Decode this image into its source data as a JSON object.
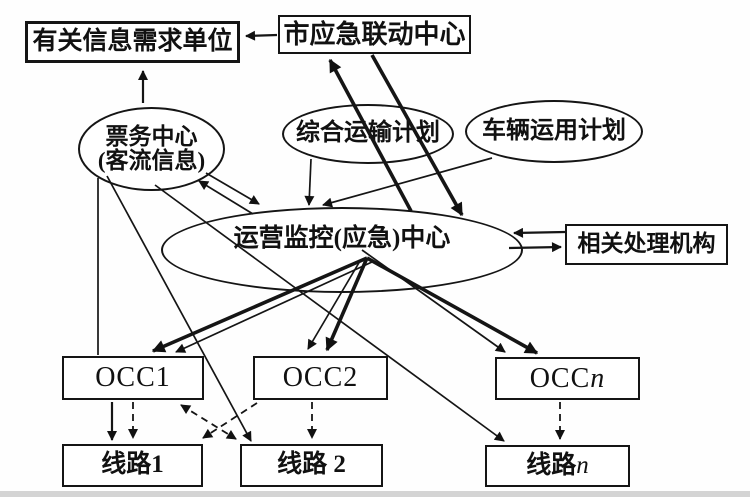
{
  "page": {
    "ink": "#111111",
    "box_background": "#ffffff",
    "page_background": "#fefefe"
  },
  "nodes": {
    "info_units": {
      "label": "有关信息需求单位",
      "shape": "rect"
    },
    "city_center": {
      "label": "市应急联动中心",
      "shape": "rect"
    },
    "ticket_center": {
      "line1": "票务中心",
      "line2": "(客流信息)",
      "shape": "ellipse"
    },
    "transport_plan": {
      "label": "综合运输计划",
      "shape": "ellipse"
    },
    "vehicle_plan": {
      "label": "车辆运用计划",
      "shape": "ellipse"
    },
    "ops_center": {
      "label": "运营监控(应急)中心",
      "shape": "ellipse"
    },
    "related_org": {
      "label": "相关处理机构",
      "shape": "rect"
    },
    "occ1": {
      "text": "OCC1"
    },
    "occ2": {
      "text": "OCC2"
    },
    "occn": {
      "text": "OCC",
      "var": "n"
    },
    "line1": {
      "text": "线路1"
    },
    "line2": {
      "text": "线路 2"
    },
    "linen": {
      "text": "线路 ",
      "var": "n"
    }
  }
}
